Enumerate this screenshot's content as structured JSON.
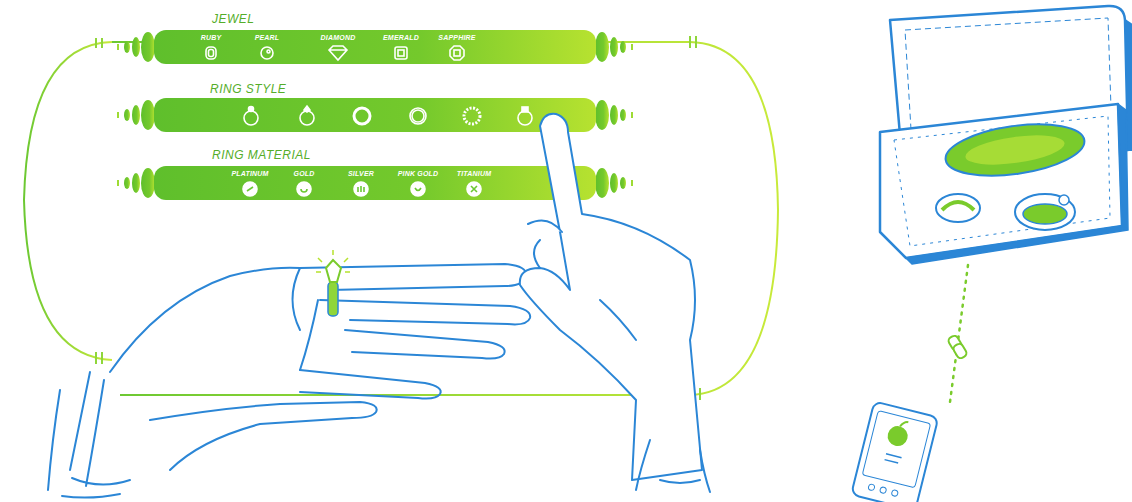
{
  "diagram": {
    "nodes": [
      {
        "text": [
          "JEWEL",
          "RUBY",
          "PEARL",
          "DIAMOND",
          "EMERALD",
          "SAPPHIRE"
        ]
      },
      {
        "text": [
          "RING STYLE"
        ]
      },
      {
        "text": [
          "RING MATERIAL",
          "PLATINUM",
          "GOLD",
          "SILVER",
          "PINK GOLD",
          "TITANIUM"
        ]
      }
    ]
  }
}
